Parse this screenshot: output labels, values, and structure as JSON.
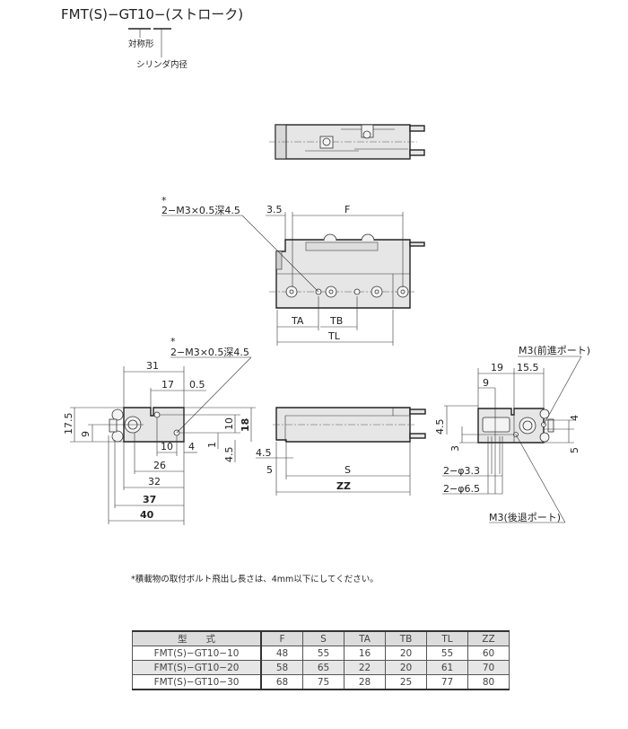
{
  "header": {
    "model_code": "FMT(S)−GT10−(ストローク)",
    "label_symmetric": "対称形",
    "label_bore": "シリンダ内径"
  },
  "side_view": {
    "note_mark": "*",
    "tap_note": "2−M3×0.5深4.5",
    "dim_3_5": "3.5",
    "dim_f": "F",
    "dim_ta": "TA",
    "dim_tb": "TB",
    "dim_tl": "TL"
  },
  "left_view": {
    "note_mark": "*",
    "tap_note": "2−M3×0.5深4.5",
    "dims": {
      "d31": "31",
      "d17": "17",
      "d0_5": "0.5",
      "d17_5": "17.5",
      "d9": "9",
      "d10v": "10",
      "d18": "18",
      "d1": "1",
      "d4_5": "4.5",
      "d10h": "10",
      "d4": "4",
      "d26": "26",
      "d32": "32",
      "d37": "37",
      "d40": "40"
    }
  },
  "front_view": {
    "d4_5": "4.5",
    "d5": "5",
    "dim_s": "S",
    "dim_zz": "ZZ"
  },
  "right_view": {
    "port_forward": "M3(前進ポート)",
    "port_return": "M3(後退ポート)",
    "d19": "19",
    "d15_5": "15.5",
    "d9": "9",
    "d4_5": "4.5",
    "d3": "3",
    "d4": "4",
    "d5": "5",
    "hole_small": "2−φ3.3",
    "hole_large": "2−φ6.5"
  },
  "note": "*積載物の取付ボルト飛出し長さは、4mm以下にしてください。",
  "table": {
    "headers": [
      "型　　式",
      "F",
      "S",
      "TA",
      "TB",
      "TL",
      "ZZ"
    ],
    "rows": [
      [
        "FMT(S)−GT10−10",
        "48",
        "55",
        "16",
        "20",
        "55",
        "60"
      ],
      [
        "FMT(S)−GT10−20",
        "58",
        "65",
        "22",
        "20",
        "61",
        "70"
      ],
      [
        "FMT(S)−GT10−30",
        "68",
        "75",
        "28",
        "25",
        "77",
        "80"
      ]
    ]
  }
}
